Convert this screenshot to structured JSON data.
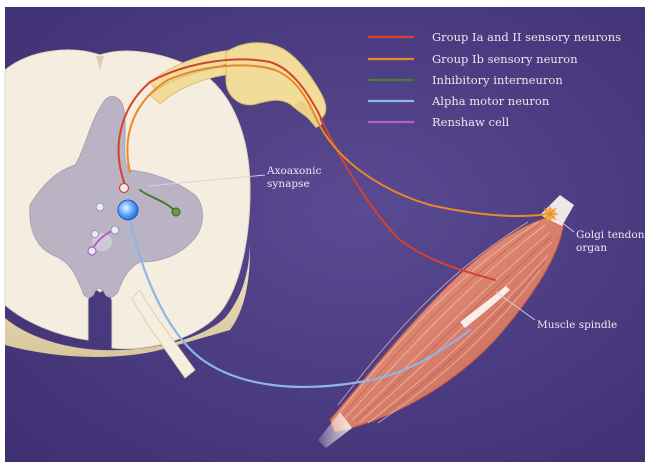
{
  "legend": [
    {
      "label": "Group Ia and II sensory neurons",
      "color": "#d2442c"
    },
    {
      "label": "Group Ib sensory neuron",
      "color": "#e8882c"
    },
    {
      "label": "Inhibitory interneuron",
      "color": "#4e7a2e"
    },
    {
      "label": "Alpha motor neuron",
      "color": "#8fb4e6"
    },
    {
      "label": "Renshaw cell",
      "color": "#b060c8"
    }
  ],
  "callouts": {
    "synapse_line1": "Axoaxonic",
    "synapse_line2": "synapse",
    "golgi_line1": "Golgi tendon",
    "golgi_line2": "organ",
    "spindle": "Muscle spindle"
  },
  "colors": {
    "background": "#4f3f86",
    "spinal_cord_white_matter": "#f4ede0",
    "spinal_cord_gray_matter": "#b9b3c2",
    "ganglion": "#f2dc9a",
    "muscle": "#d98a78",
    "motor_neuron_soma": "#3a8cf0"
  },
  "icons": {
    "muscle": "muscle-belly-icon",
    "ganglion": "dorsal-root-ganglion-icon",
    "spinal_cord": "spinal-cord-cross-section-icon"
  }
}
